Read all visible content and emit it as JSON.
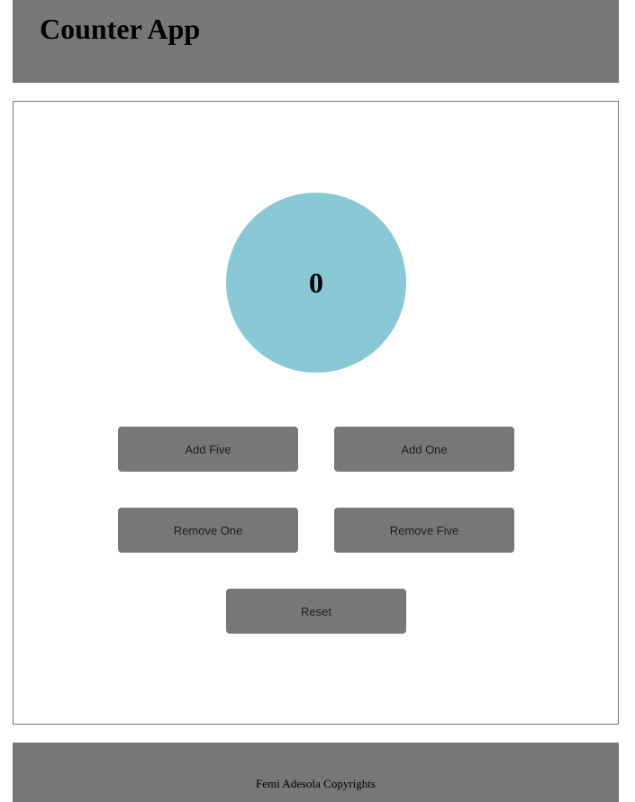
{
  "header": {
    "title": "Counter App",
    "background_color": "#777777"
  },
  "counter": {
    "value": "0",
    "circle_color": "#89c9d5"
  },
  "buttons": {
    "add_five": "Add Five",
    "add_one": "Add One",
    "remove_one": "Remove One",
    "remove_five": "Remove Five",
    "reset": "Reset",
    "background_color": "#777777"
  },
  "footer": {
    "copyright": "Femi Adesola Copyrights",
    "background_color": "#777777"
  }
}
